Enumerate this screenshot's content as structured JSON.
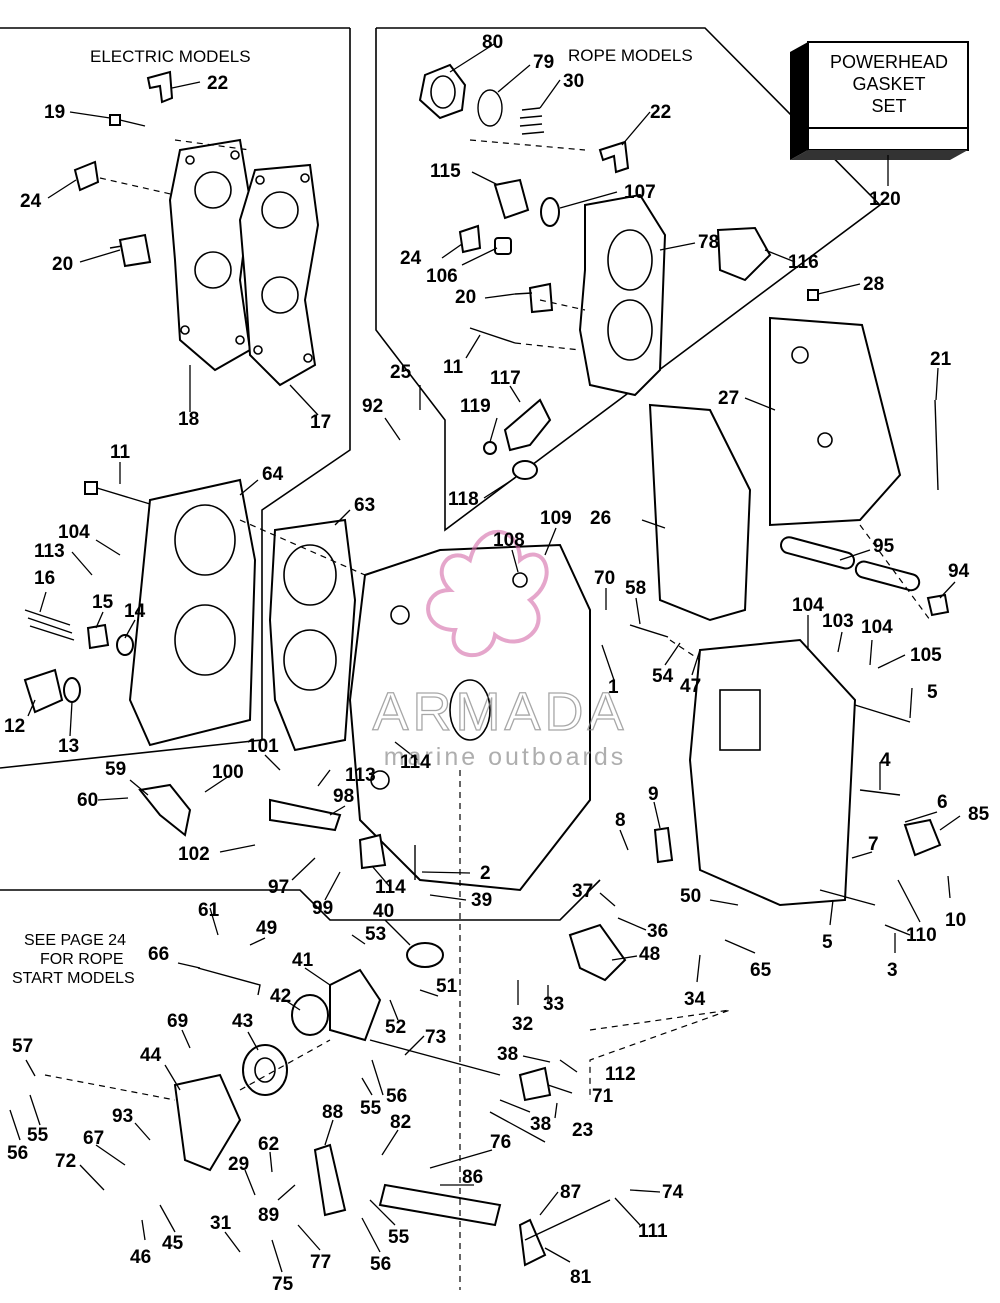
{
  "sections": {
    "electric_models": "ELECTRIC MODELS",
    "rope_models": "ROPE MODELS"
  },
  "gasket_set_box": {
    "line1": "POWERHEAD",
    "line2": "GASKET",
    "line3": "SET"
  },
  "see_page_note": {
    "line1": "SEE PAGE 24",
    "line2": "FOR ROPE",
    "line3": "START MODELS"
  },
  "watermark": {
    "brand": "ARMADA",
    "tagline": "marine outboards",
    "accent_color": "#d46aa8"
  },
  "callouts": [
    "22",
    "19",
    "24",
    "20",
    "18",
    "17",
    "80",
    "79",
    "30",
    "22",
    "115",
    "107",
    "24",
    "106",
    "20",
    "11",
    "78",
    "116",
    "120",
    "28",
    "25",
    "92",
    "117",
    "119",
    "118",
    "21",
    "27",
    "11",
    "64",
    "63",
    "104",
    "113",
    "16",
    "15",
    "14",
    "12",
    "13",
    "108",
    "109",
    "26",
    "95",
    "94",
    "70",
    "58",
    "104",
    "103",
    "104",
    "105",
    "1",
    "54",
    "47",
    "5",
    "101",
    "100",
    "113",
    "114",
    "59",
    "60",
    "98",
    "102",
    "97",
    "99",
    "114",
    "2",
    "39",
    "4",
    "6",
    "85",
    "9",
    "8",
    "7",
    "37",
    "36",
    "48",
    "40",
    "50",
    "10",
    "5",
    "110",
    "3",
    "65",
    "34",
    "61",
    "49",
    "53",
    "66",
    "41",
    "51",
    "42",
    "52",
    "69",
    "43",
    "73",
    "57",
    "44",
    "33",
    "32",
    "38",
    "112",
    "71",
    "55",
    "56",
    "93",
    "55",
    "67",
    "72",
    "56",
    "38",
    "23",
    "88",
    "62",
    "82",
    "76",
    "29",
    "89",
    "86",
    "87",
    "74",
    "111",
    "46",
    "45",
    "31",
    "77",
    "55",
    "56",
    "75",
    "81"
  ]
}
